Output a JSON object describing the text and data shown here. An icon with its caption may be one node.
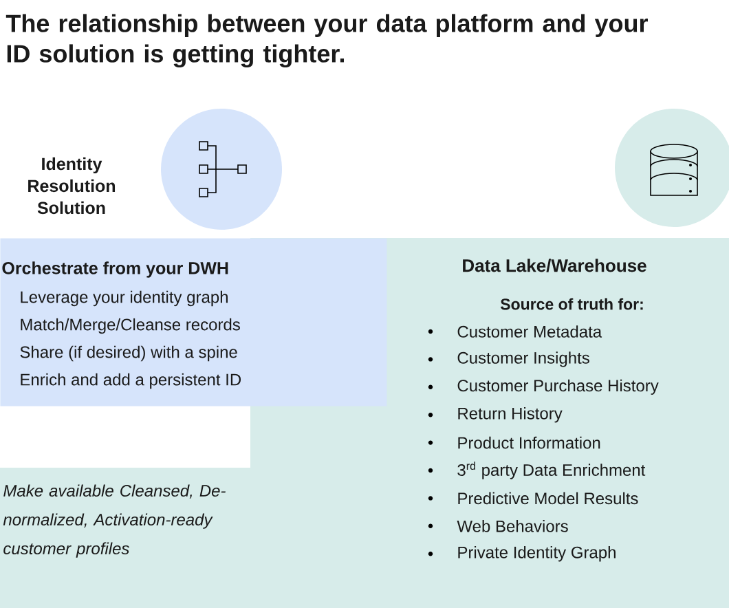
{
  "diagram": {
    "title": "The relationship between your data platform and your ID solution is getting tighter.",
    "nodes": [
      {
        "text": [],
        "shape": "circle"
      },
      {
        "text": [],
        "shape": "circle"
      },
      {
        "text": [
          "Orchestrate from your DWH",
          "Leverage your identity graph",
          "Match/Merge/Cleanse records",
          "Share (if desired) with a spine",
          "Enrich and add a persistent ID"
        ]
      },
      {
        "text": [
          "Data Lake/Warehouse",
          "Source of truth for:",
          "Customer Metadata",
          "Customer Insights",
          "Customer Purchase History",
          "Return History",
          "Product Information",
          "3$^{rd}$ party Data Enrichment",
          "Predictive Model Results",
          "Web Behaviors",
          "Private Identity Graph",
          "Make available Cleansed, De-normalized, Activation-ready customer profiles"
        ]
      }
    ],
    "labels": [
      "Identity Resolution Solution"
    ]
  }
}
